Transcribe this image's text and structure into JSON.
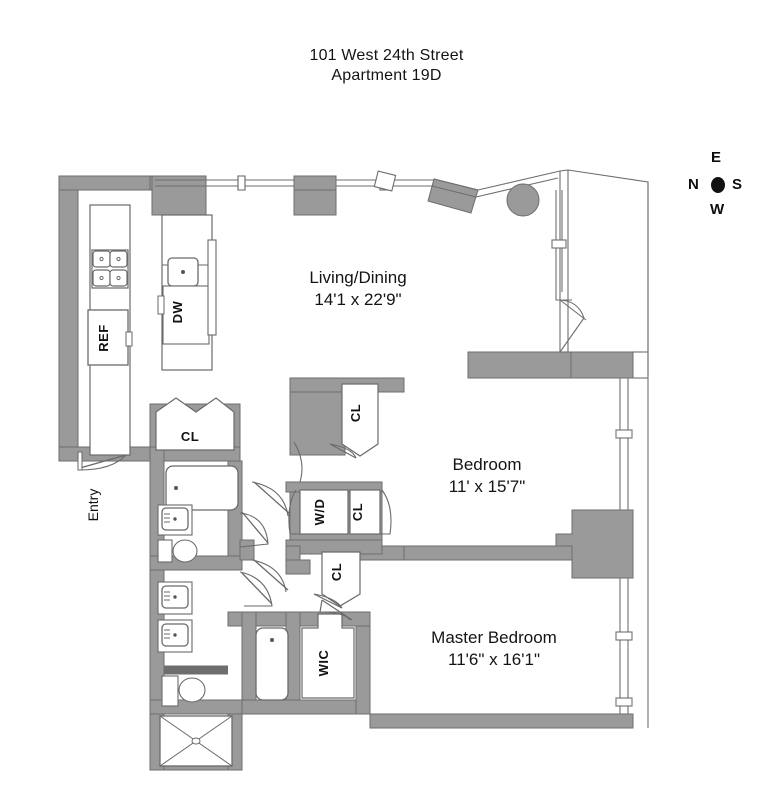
{
  "document": {
    "type": "floor-plan",
    "title_line_1": "101 West 24th Street",
    "title_line_2": "Apartment 19D"
  },
  "compass": {
    "name": "compass-rose",
    "top": "E",
    "left": "N",
    "right": "S",
    "bottom": "W"
  },
  "rooms": [
    {
      "id": "living-dining",
      "label": "Living/Dining",
      "dimensions": "14'1 x 22'9\""
    },
    {
      "id": "bedroom",
      "label": "Bedroom",
      "dimensions": "11' x 15'7\""
    },
    {
      "id": "master-bedroom",
      "label": "Master Bedroom",
      "dimensions": "11'6\" x 16'1\""
    }
  ],
  "fixtures": {
    "refrigerator": "REF",
    "dishwasher": "DW",
    "washer_dryer": "W/D",
    "walk_in_closet": "WIC",
    "entry": "Entry",
    "closet_1": "CL",
    "closet_2": "CL",
    "closet_3": "CL",
    "closet_4": "CL"
  },
  "colors": {
    "wall_fill": "#9a9a9a",
    "wall_stroke": "#6e6e6e",
    "fixture_stroke": "#6a6a6a",
    "column_fill": "#9a9a9a",
    "text": "#141414",
    "background": "#ffffff"
  }
}
